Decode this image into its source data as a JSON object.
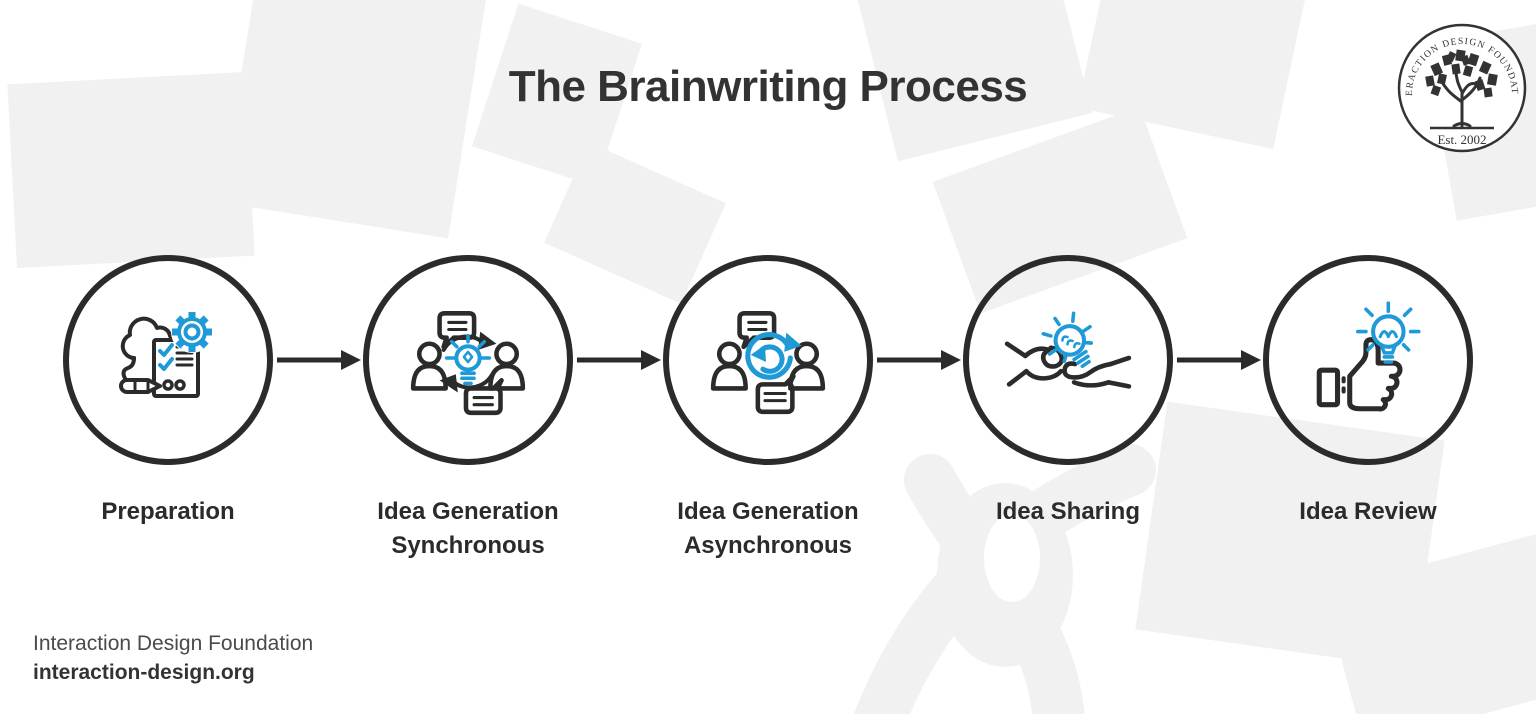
{
  "page": {
    "accent_blue": "#1f9ad7",
    "ink": "#2b2b2b",
    "watermark_gray": "#f1f1f2"
  },
  "header": {
    "title": "The Brainwriting Process"
  },
  "logo": {
    "ring_text": "INTERACTION DESIGN FOUNDATION",
    "established": "Est. 2002"
  },
  "process": {
    "steps": [
      {
        "label": "Preparation",
        "icon": "preparation-icon"
      },
      {
        "label": "Idea Generation\nSynchronous",
        "icon": "synchronous-idea-generation-icon"
      },
      {
        "label": "Idea Generation\nAsynchronous",
        "icon": "asynchronous-idea-generation-icon"
      },
      {
        "label": "Idea Sharing",
        "icon": "idea-sharing-icon"
      },
      {
        "label": "Idea Review",
        "icon": "idea-review-icon"
      }
    ]
  },
  "footer": {
    "organization": "Interaction Design Foundation",
    "website": "interaction-design.org"
  }
}
